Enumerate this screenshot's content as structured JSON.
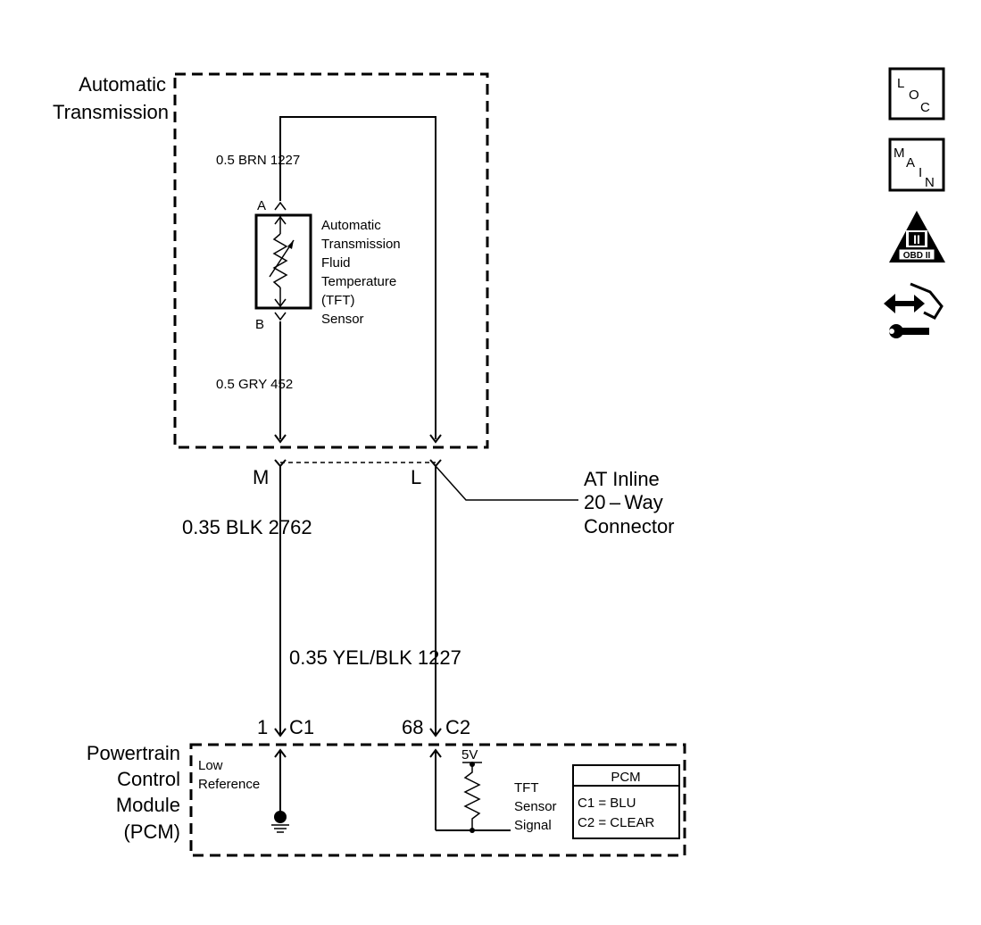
{
  "transmission": {
    "label_line1": "Automatic",
    "label_line2": "Transmission",
    "wire_top": "0.5 BRN  1227",
    "wire_bottom": "0.5 GRY  452",
    "pin_a": "A",
    "pin_b": "B",
    "sensor_lines": [
      "Automatic",
      "Transmission",
      "Fluid",
      "Temperature",
      "(TFT)",
      "Sensor"
    ]
  },
  "connector": {
    "pin_m": "M",
    "pin_l": "L",
    "label_lines": [
      "AT Inline",
      "20 – Way",
      "Connector"
    ]
  },
  "wires": {
    "left": "0.35 BLK  2762",
    "right": "0.35 YEL/BLK  1227"
  },
  "pcm_pins": {
    "left_num": "1",
    "left_conn": "C1",
    "right_num": "68",
    "right_conn": "C2"
  },
  "pcm": {
    "label_lines": [
      "Powertrain",
      "Control",
      "Module",
      "(PCM)"
    ],
    "low_ref_line1": "Low",
    "low_ref_line2": "Reference",
    "voltage": "5V",
    "tft_lines": [
      "TFT",
      "Sensor",
      "Signal"
    ],
    "table": {
      "title": "PCM",
      "rows": [
        "C1 = BLU",
        "C2 = CLEAR"
      ]
    }
  },
  "side_icons": {
    "loc": [
      "L",
      "O",
      "C"
    ],
    "main": [
      "M",
      "A",
      "I",
      "N"
    ],
    "obd": [
      "II",
      "OBD II"
    ]
  },
  "colors": {
    "ink": "#000000",
    "background": "#ffffff"
  }
}
